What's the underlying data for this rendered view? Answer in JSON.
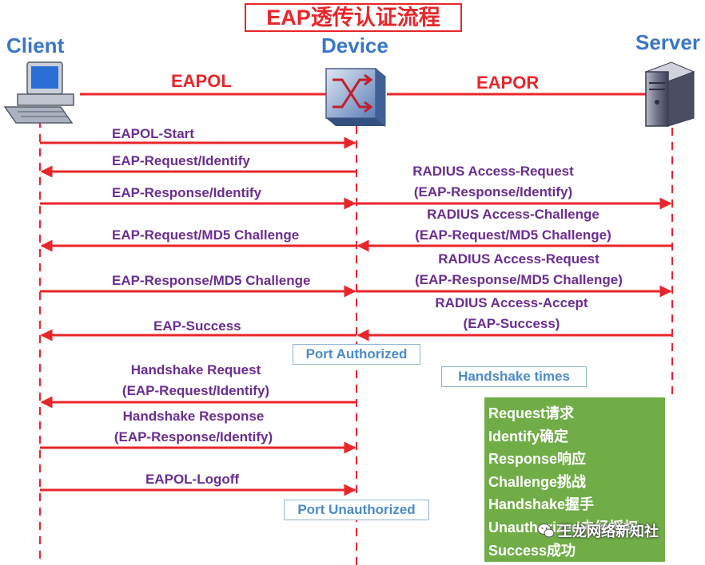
{
  "title": "EAP透传认证流程",
  "participants": {
    "client": "Client",
    "device": "Device",
    "server": "Server"
  },
  "protocols": {
    "left": "EAPOL",
    "right": "EAPOR"
  },
  "client_device_messages": [
    {
      "text": "EAPOL-Start",
      "direction": "to-device"
    },
    {
      "text": "EAP-Request/Identify",
      "direction": "to-client"
    },
    {
      "text": "EAP-Response/Identify",
      "direction": "to-device"
    },
    {
      "text": "EAP-Request/MD5 Challenge",
      "direction": "to-client"
    },
    {
      "text": "EAP-Response/MD5 Challenge",
      "direction": "to-device"
    },
    {
      "text": "EAP-Success",
      "direction": "to-client"
    },
    {
      "line1": "Handshake Request",
      "line2": "(EAP-Request/Identify)",
      "direction": "to-client"
    },
    {
      "line1": "Handshake Response",
      "line2": "(EAP-Response/Identify)",
      "direction": "to-device"
    },
    {
      "text": "EAPOL-Logoff",
      "direction": "to-device"
    }
  ],
  "device_server_messages": [
    {
      "line1": "RADIUS  Access-Request",
      "line2": "(EAP-Response/Identify)",
      "direction": "to-server"
    },
    {
      "line1": "RADIUS  Access-Challenge",
      "line2": "(EAP-Request/MD5 Challenge)",
      "direction": "to-device"
    },
    {
      "line1": "RADIUS  Access-Request",
      "line2": "(EAP-Response/MD5 Challenge)",
      "direction": "to-server"
    },
    {
      "line1": "RADIUS  Access-Accept",
      "line2": "(EAP-Success)",
      "direction": "to-device"
    }
  ],
  "status": {
    "authorized": "Port Authorized",
    "handshake_times": "Handshake times",
    "unauthorized": "Port Unauthorized"
  },
  "legend": [
    "Request请求",
    "Identify确定",
    "Response响应",
    "Challenge挑战",
    "Handshake握手",
    "Unauthorized未经授权",
    "Success成功"
  ],
  "watermark": "王龙网络新知社",
  "colors": {
    "arrow": "#e8262a",
    "participant": "#3a76c8",
    "message": "#6b2d91",
    "legend_bg": "#70ad47"
  }
}
